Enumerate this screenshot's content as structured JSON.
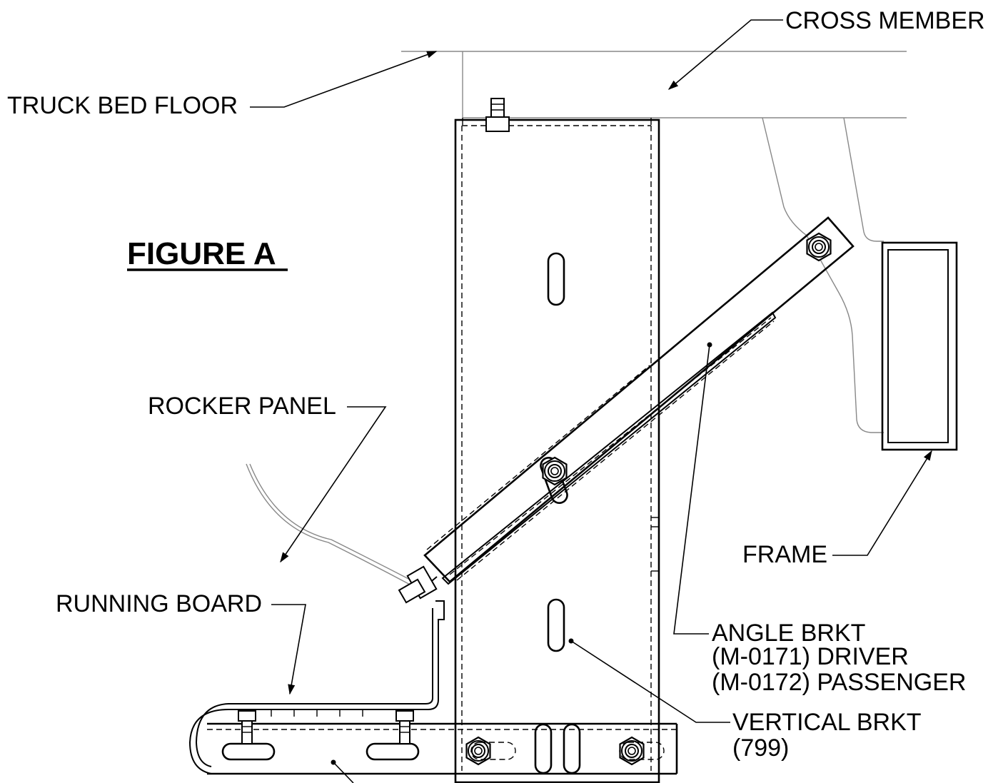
{
  "figure": {
    "title": "FIGURE A",
    "labels": {
      "cross_member": "CROSS MEMBER",
      "truck_bed_floor": "TRUCK BED FLOOR",
      "rocker_panel": "ROCKER PANEL",
      "running_board": "RUNNING BOARD",
      "frame": "FRAME",
      "angle_brkt_line1": "ANGLE BRKT",
      "angle_brkt_line2": "(M-0171) DRIVER",
      "angle_brkt_line3": "(M-0172) PASSENGER",
      "vertical_brkt_line1": "VERTICAL BRKT",
      "vertical_brkt_line2": "(799)"
    }
  }
}
